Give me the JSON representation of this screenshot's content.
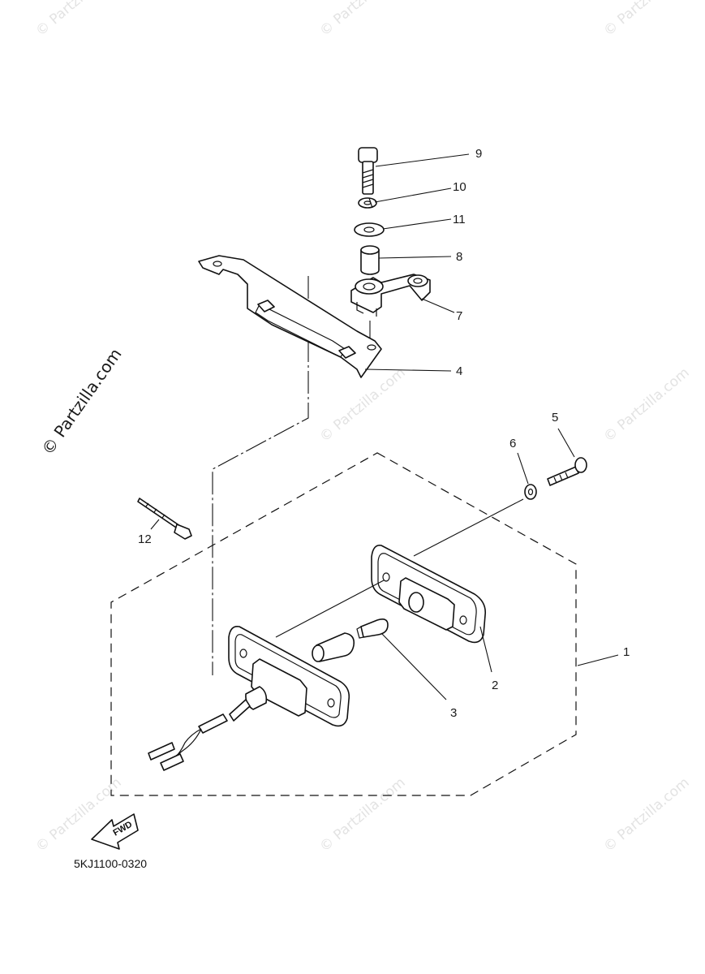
{
  "diagram": {
    "callouts": [
      {
        "id": "1",
        "label": "1"
      },
      {
        "id": "2",
        "label": "2"
      },
      {
        "id": "3",
        "label": "3"
      },
      {
        "id": "4",
        "label": "4"
      },
      {
        "id": "5",
        "label": "5"
      },
      {
        "id": "6",
        "label": "6"
      },
      {
        "id": "7",
        "label": "7"
      },
      {
        "id": "8",
        "label": "8"
      },
      {
        "id": "9",
        "label": "9"
      },
      {
        "id": "10",
        "label": "10"
      },
      {
        "id": "11",
        "label": "11"
      },
      {
        "id": "12",
        "label": "12"
      }
    ],
    "fwd_label": "FWD",
    "diagram_code": "5KJ1100-0320"
  },
  "watermark": {
    "main": "© Partzilla.com",
    "repeat": "© Partzilla.com"
  }
}
